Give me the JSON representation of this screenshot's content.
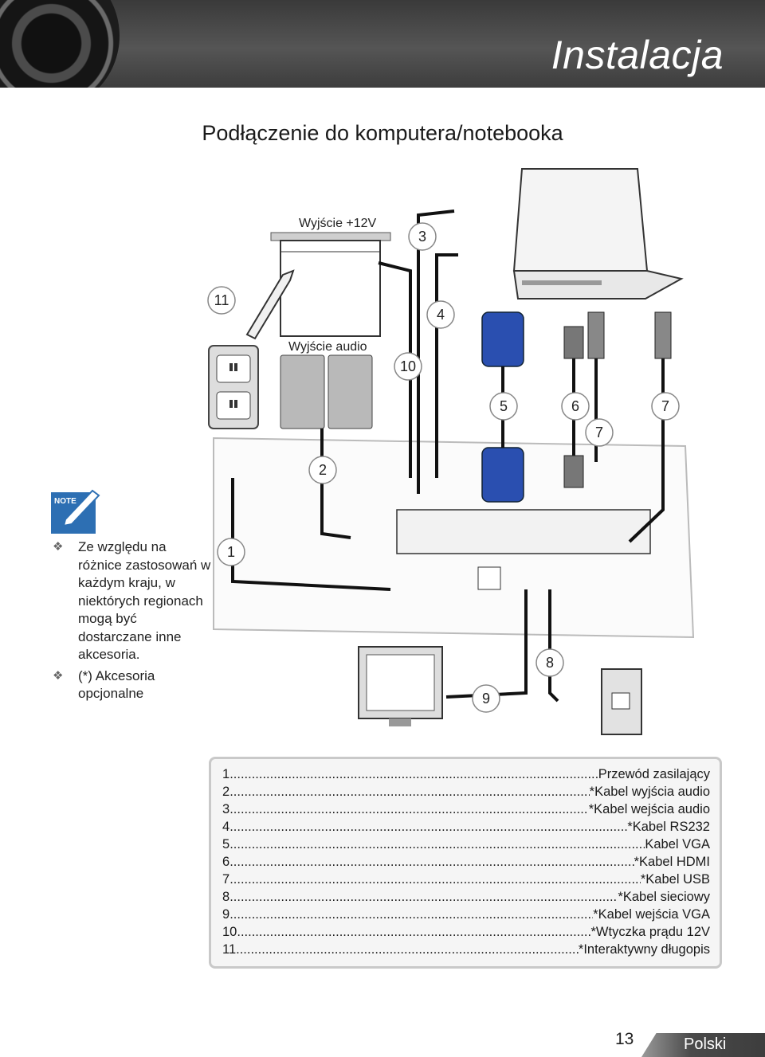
{
  "header": {
    "title": "Instalacja"
  },
  "page": {
    "title": "Podłączenie do komputera/notebooka"
  },
  "diagram": {
    "labels": {
      "output12v": "Wyjście +12V",
      "audio_out": "Wyjście audio"
    },
    "numbers": {
      "n1": "1",
      "n2": "2",
      "n3": "3",
      "n4": "4",
      "n5": "5",
      "n6": "6",
      "n7a": "7",
      "n7b": "7",
      "n8": "8",
      "n9": "9",
      "n10": "10",
      "n11": "11"
    }
  },
  "note": {
    "icon_label": "NOTE",
    "bullets": [
      "Ze względu na różnice zastosowań w każdym kraju, w niektórych regionach mogą być dostarczane inne akcesoria.",
      "(*) Akcesoria opcjonalne"
    ]
  },
  "legend": {
    "items": [
      {
        "no": "1",
        "desc": "Przewód zasilający"
      },
      {
        "no": "2",
        "desc": "*Kabel wyjścia audio"
      },
      {
        "no": "3",
        "desc": " *Kabel wejścia audio"
      },
      {
        "no": "4",
        "desc": "*Kabel RS232"
      },
      {
        "no": "5",
        "desc": "Kabel VGA"
      },
      {
        "no": "6",
        "desc": "*Kabel HDMI"
      },
      {
        "no": "7",
        "desc": "*Kabel USB"
      },
      {
        "no": "8",
        "desc": " *Kabel sieciowy"
      },
      {
        "no": "9",
        "desc": "*Kabel wejścia VGA"
      },
      {
        "no": "10",
        "desc": " *Wtyczka prądu 12V"
      },
      {
        "no": "11",
        "desc": "*Interaktywny długopis"
      }
    ]
  },
  "footer": {
    "page_number": "13",
    "language": "Polski"
  }
}
